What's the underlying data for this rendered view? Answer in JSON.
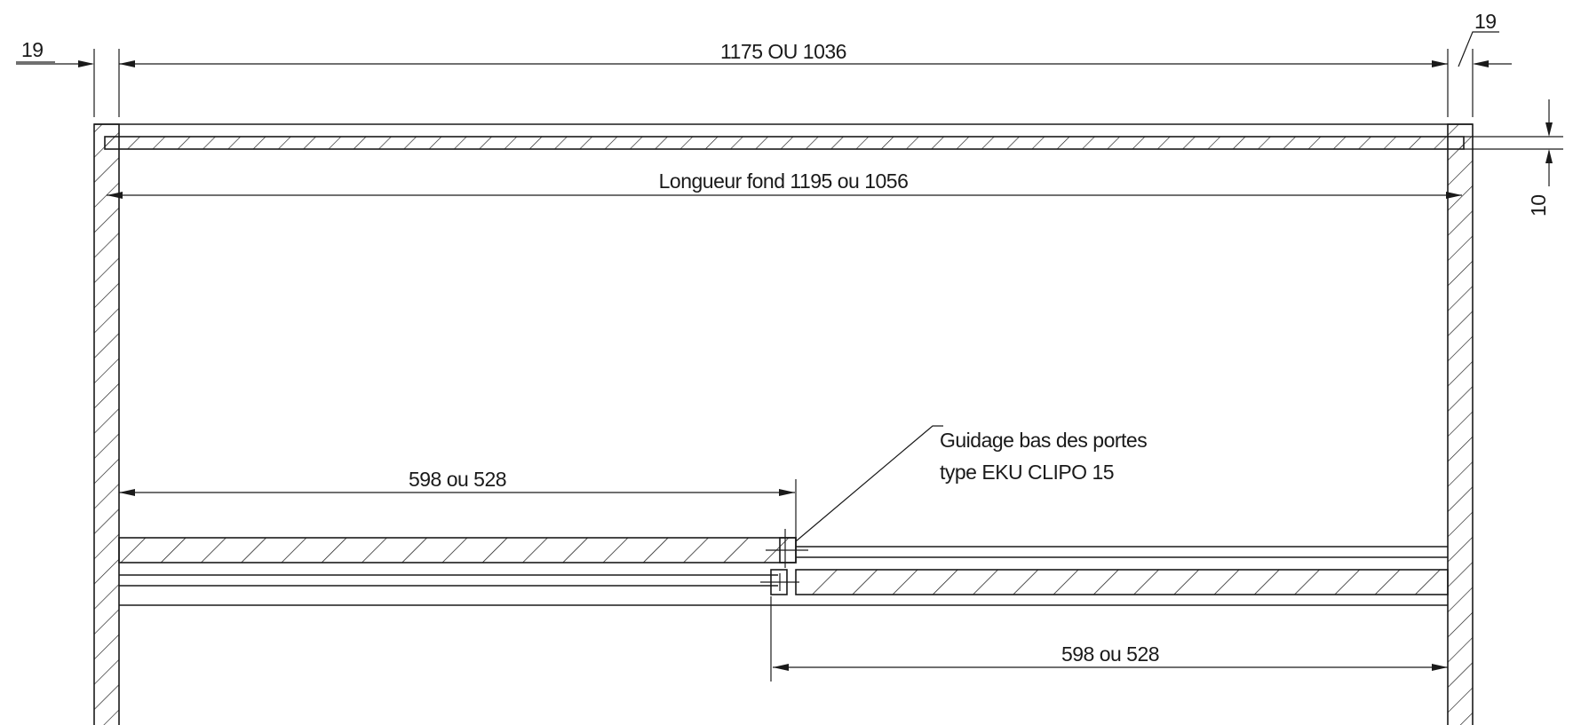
{
  "dimensions": {
    "overall_width": "1175 OU 1036",
    "side_left": "19",
    "side_right": "19",
    "back_thickness": "10",
    "back_length": "Longueur fond 1195 ou 1056",
    "door_left": "598 ou 528",
    "door_right": "598 ou 528"
  },
  "annotation": {
    "line1": "Guidage bas des portes",
    "line2": "type EKU CLIPO 15"
  },
  "colors": {
    "ink": "#1a1a1a",
    "paper": "#ffffff"
  }
}
